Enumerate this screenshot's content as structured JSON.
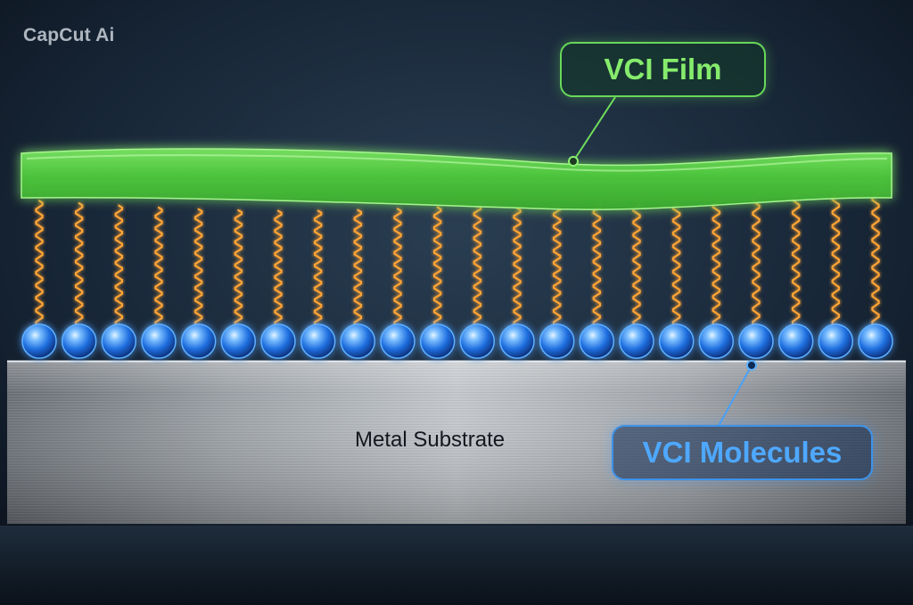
{
  "watermark": "CapCut Ai",
  "labels": {
    "film": "VCI Film",
    "molecules": "VCI Molecules",
    "substrate": "Metal Substrate"
  },
  "colors": {
    "film": "#5fd64a",
    "molecule": "#2a7cf0",
    "spring": "#ffa436",
    "film_callout": "#68d85a",
    "molecule_callout": "#3d92ea"
  },
  "molecule_count": 22
}
